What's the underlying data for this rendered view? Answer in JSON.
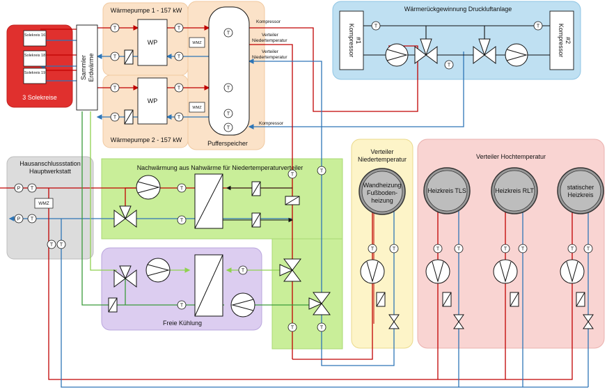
{
  "zones": {
    "solekreise": "3 Solekreise",
    "wp1": "Wärmepumpe 1 - 157 kW",
    "wp2": "Wärmepumpe 2 - 157 kW",
    "puffer": "Pufferspeicher",
    "druckluft": "Wärmerückgewinnung Druckluftanlage",
    "hausanschluss_1": "Hausanschlussstation",
    "hausanschluss_2": "Hauptwerkstatt",
    "nachwaermung": "Nachwärmung aus Nahwärme für Niedertemperaturverteiler",
    "freie_kuehlung": "Freie Kühlung",
    "verteiler_nt_1": "Verteiler",
    "verteiler_nt_2": "Niedertemperatur",
    "verteiler_ht": "Verteiler Hochtemperatur"
  },
  "solekreise": [
    "Solekreis 16",
    "Solekreis 18",
    "Solekreis 19"
  ],
  "sammler": [
    "Sammler",
    "Erdwärme"
  ],
  "wp_label": "WP",
  "wmz": "WMZ",
  "kompressor_1": [
    "Kompressor",
    "#1"
  ],
  "kompressor_2": [
    "Kompressor",
    "#2"
  ],
  "pipe_labels": {
    "kompressor_top": "Kompressor",
    "kompressor_bottom": "Kompressor",
    "verteiler_nt_a": [
      "Verteiler",
      "Niedertemperatur"
    ],
    "verteiler_nt_b": [
      "Verteiler",
      "Niedertemperatur"
    ]
  },
  "heizkreise": {
    "wandheizung": [
      "Wandheizung",
      "Fußboden-",
      "heizung"
    ],
    "tls": "Heizkreis TLS",
    "rlt": "Heizkreis RLT",
    "statisch": [
      "statischer",
      "Heizkreis"
    ]
  },
  "symbols": {
    "temp": "T",
    "pressure": "P"
  },
  "colors": {
    "supply": "#c00000",
    "return": "#2e75b6",
    "green": "#3a9a3a",
    "light_green": "#8fd14f",
    "sole_zone": "#e0302e",
    "wp_zone": "#fbe2c8",
    "druckluft_zone": "#bfe0f2",
    "nachwaermung_zone": "#c9ee99",
    "freie_kuehlung_zone": "#dccdf0",
    "nt_zone": "#fdf4c8",
    "ht_zone": "#f9d4d2",
    "haus_zone": "#dcdcdc"
  }
}
